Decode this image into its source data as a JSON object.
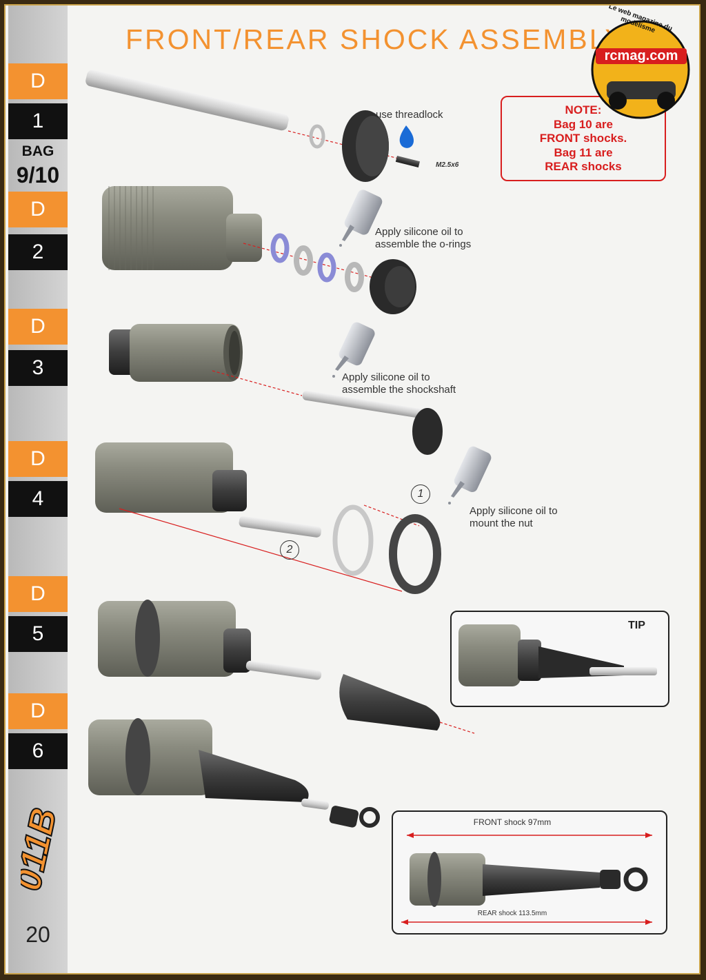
{
  "page": {
    "title": "FRONT/REAR SHOCK ASSEMBLY",
    "page_number": "20"
  },
  "sidebar": {
    "bag_label": "BAG",
    "bag_value": "9/10",
    "steps": [
      {
        "letter": "D",
        "number": "1"
      },
      {
        "letter": "D",
        "number": "2"
      },
      {
        "letter": "D",
        "number": "3"
      },
      {
        "letter": "D",
        "number": "4"
      },
      {
        "letter": "D",
        "number": "5"
      },
      {
        "letter": "D",
        "number": "6"
      }
    ]
  },
  "note": {
    "lines": [
      "NOTE:",
      "Bag 10 are",
      "FRONT shocks.",
      "Bag 11 are",
      "REAR shocks"
    ]
  },
  "badge": {
    "tagline": "Le web magazine du modelisme",
    "site": "rcmag.com"
  },
  "step1": {
    "instruction": "use threadlock",
    "screw_size": "M2.5x6"
  },
  "step2": {
    "instruction_line1": "Apply silicone oil to",
    "instruction_line2": "assemble the o-rings"
  },
  "step3": {
    "instruction_line1": "Apply silicone oil to",
    "instruction_line2": "assemble the shockshaft"
  },
  "step4": {
    "instruction_line1": "Apply silicone oil to",
    "instruction_line2": "mount the nut",
    "callout_1": "1",
    "callout_2": "2"
  },
  "step5": {
    "tip_label": "TIP"
  },
  "step6": {
    "front_length": "FRONT shock 97mm",
    "rear_length": "REAR shock 113.5mm"
  },
  "colors": {
    "accent": "#f39230",
    "note": "#d81e1e",
    "body": "#7d7e72",
    "rubber": "#3a3a3a",
    "steel": "#d5d5d5"
  }
}
